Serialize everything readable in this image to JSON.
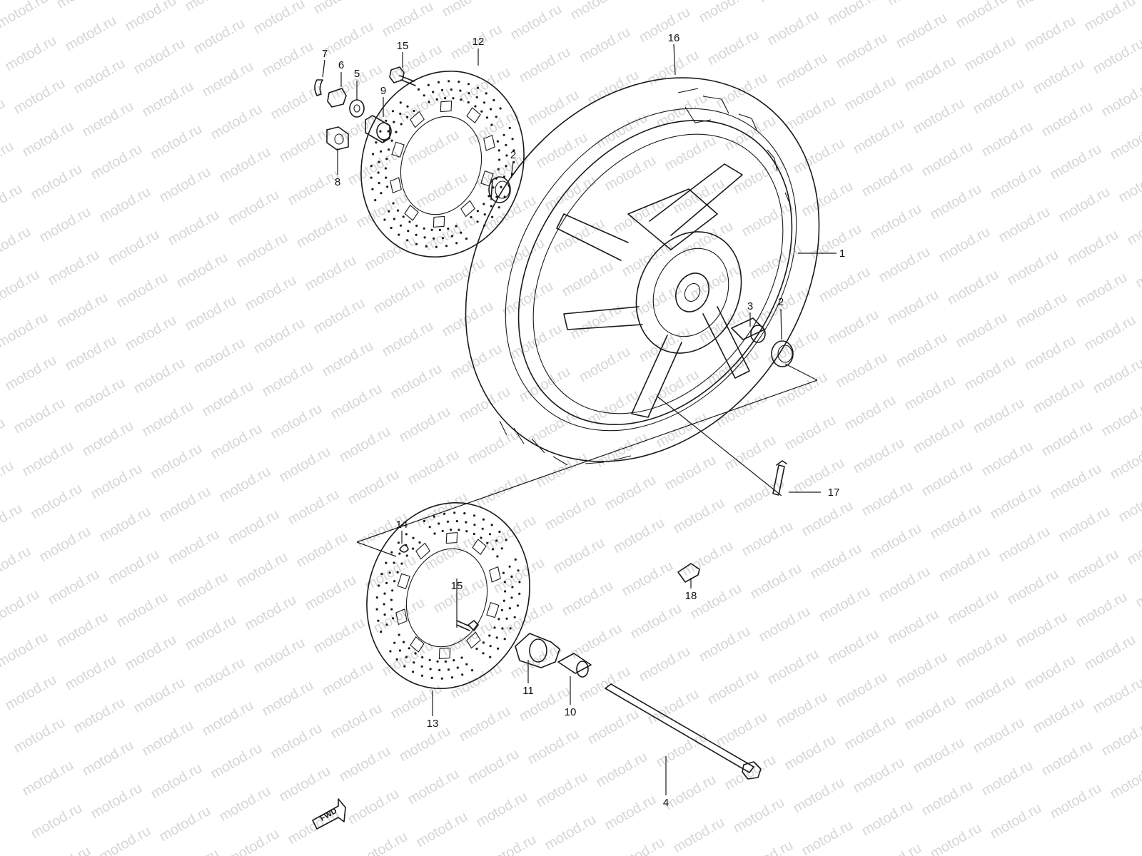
{
  "watermark": {
    "text": "motod.ru",
    "color": "#d6d6d6"
  },
  "fwd_label": "FWD",
  "callouts": [
    {
      "id": "1",
      "label": "1"
    },
    {
      "id": "2a",
      "label": "2"
    },
    {
      "id": "2b",
      "label": "2"
    },
    {
      "id": "3",
      "label": "3"
    },
    {
      "id": "4",
      "label": "4"
    },
    {
      "id": "5",
      "label": "5"
    },
    {
      "id": "6",
      "label": "6"
    },
    {
      "id": "7",
      "label": "7"
    },
    {
      "id": "8",
      "label": "8"
    },
    {
      "id": "9",
      "label": "9"
    },
    {
      "id": "10",
      "label": "10"
    },
    {
      "id": "11",
      "label": "11"
    },
    {
      "id": "12",
      "label": "12"
    },
    {
      "id": "13",
      "label": "13"
    },
    {
      "id": "14",
      "label": "14"
    },
    {
      "id": "15a",
      "label": "15"
    },
    {
      "id": "15b",
      "label": "15"
    },
    {
      "id": "16",
      "label": "16"
    },
    {
      "id": "17",
      "label": "17"
    },
    {
      "id": "18",
      "label": "18"
    }
  ]
}
